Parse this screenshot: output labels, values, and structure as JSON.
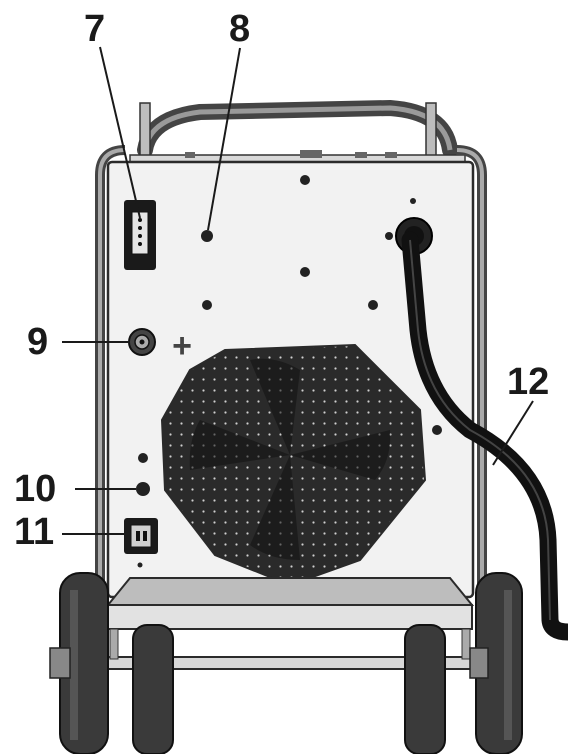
{
  "callouts": {
    "c7": "7",
    "c8": "8",
    "c9": "9",
    "c10": "10",
    "c11": "11",
    "c12": "12",
    "plus_symbol": "+"
  },
  "colors": {
    "panel": "#f2f2f2",
    "outline": "#2b2b2b",
    "frame": "#9a9a9a",
    "cable": "#111111",
    "tire": "#3a3a3a",
    "grille": "#2a2a2a"
  }
}
